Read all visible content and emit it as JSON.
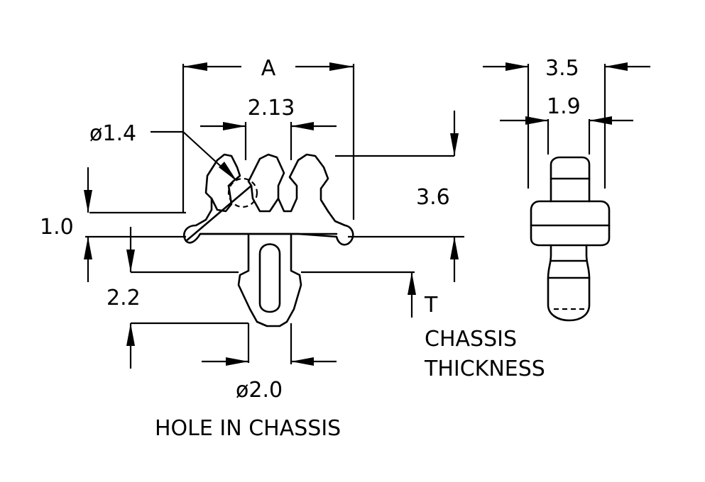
{
  "dimensions": {
    "a": "A",
    "pitch": "2.13",
    "ball_diameter": "ø1.4",
    "height": "3.6",
    "thickness_left": "1.0",
    "depth": "2.2",
    "hole_diameter": "ø2.0",
    "side_width": "3.5",
    "side_inner_width": "1.9",
    "t": "T"
  },
  "labels": {
    "hole_in_chassis": "HOLE IN CHASSIS",
    "chassis_thickness_line1": "CHASSIS",
    "chassis_thickness_line2": "THICKNESS"
  }
}
